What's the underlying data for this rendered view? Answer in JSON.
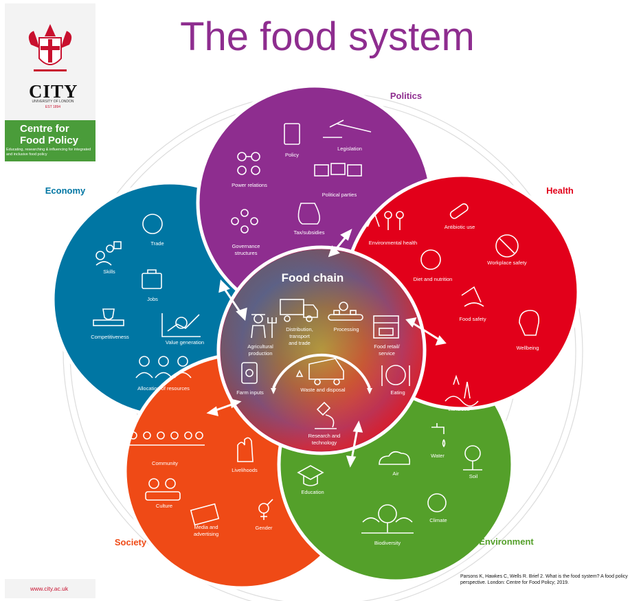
{
  "title": "The food system",
  "logo": {
    "institution": "CITY",
    "subtitle": "UNIVERSITY OF LONDON",
    "est": "EST 1894",
    "centre_line1": "Centre for",
    "centre_line2": "Food Policy",
    "tagline": "Educating, researching & influencing for integrated and inclusive food policy"
  },
  "domains": {
    "politics": "Politics",
    "health": "Health",
    "economy": "Economy",
    "society": "Society",
    "environment": "Environment"
  },
  "politics_items": {
    "policy": "Policy",
    "legislation": "Legislation",
    "power": "Power relations",
    "parties": "Political parties",
    "governance1": "Governance",
    "governance2": "structures",
    "tax": "Tax/subsidies"
  },
  "health_items": {
    "env_health": "Environmental health",
    "antibiotic": "Antibiotic use",
    "workplace": "Workplace safety",
    "diet": "Diet and nutrition",
    "food_safety": "Food safety",
    "wellbeing": "Wellbeing"
  },
  "economy_items": {
    "trade": "Trade",
    "skills": "Skills",
    "jobs": "Jobs",
    "competitiveness": "Competitiveness",
    "value": "Value generation",
    "allocation": "Allocation of resources"
  },
  "society_items": {
    "community": "Community",
    "livelihoods": "Livelihoods",
    "culture": "Culture",
    "education": "Education",
    "media1": "Media and",
    "media2": "advertising",
    "gender": "Gender"
  },
  "environment_items": {
    "landsea": "Land/sea",
    "water": "Water",
    "air": "Air",
    "soil": "Soil",
    "climate": "Climate",
    "biodiversity": "Biodiversity"
  },
  "food_chain": {
    "title": "Food chain",
    "distribution1": "Distribution,",
    "distribution2": "transport",
    "distribution3": "and trade",
    "processing": "Processing",
    "agri1": "Agricultural",
    "agri2": "production",
    "retail1": "Food retail/",
    "retail2": "service",
    "farm_inputs": "Farm inputs",
    "waste": "Waste and disposal",
    "eating": "Eating",
    "research1": "Research and",
    "research2": "technology"
  },
  "footer_url": "www.city.ac.uk",
  "citation": "Parsons K, Hawkes C, Wells R. Brief 2. What is the food system? A food policy perspective. London: Centre for Food Policy; 2019.",
  "colors": {
    "politics": "#8e2d8f",
    "health": "#e2001a",
    "economy": "#0076a3",
    "society": "#ef4a16",
    "environment": "#54a02a",
    "economy_label": "#0076a3",
    "health_label": "#e2001a",
    "politics_label": "#8e2d8f",
    "society_label": "#ef4a16",
    "environment_label": "#54a02a"
  }
}
